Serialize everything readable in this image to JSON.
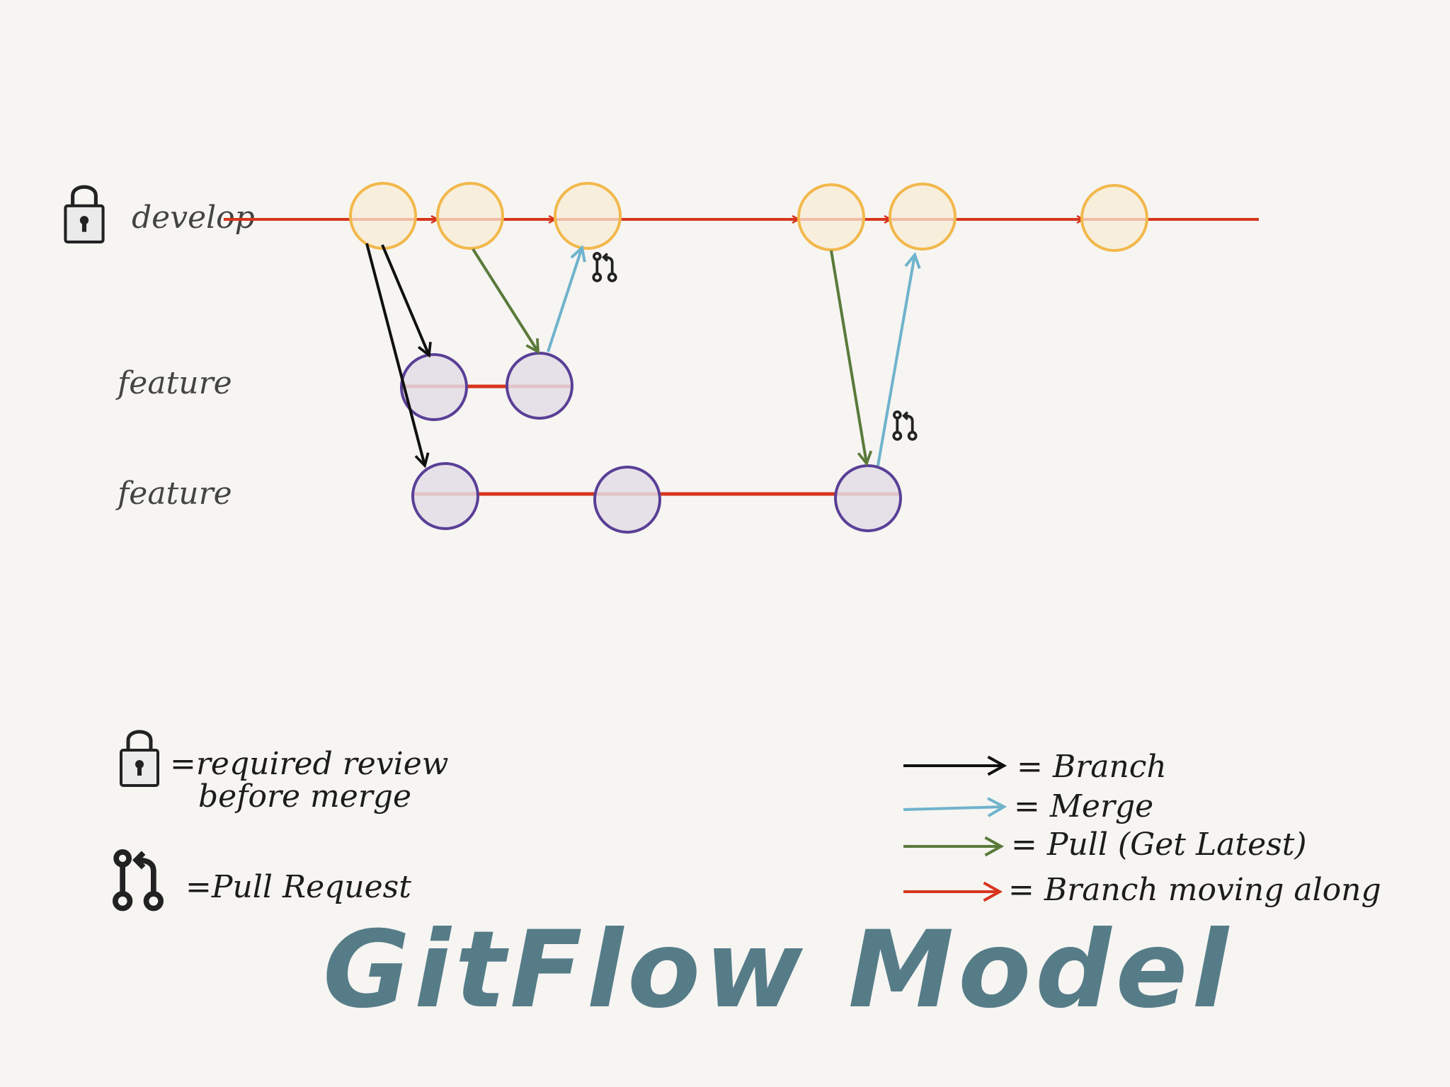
{
  "title": "GitFlow Model",
  "branches": {
    "develop": "develop",
    "feature_1": "feature",
    "feature_2": "feature"
  },
  "legend": {
    "lock_line1": "=required review",
    "lock_line2": "before merge",
    "pull_request": "=Pull Request",
    "branch": "= Branch",
    "merge": "= Merge",
    "pull": "= Pull (Get Latest)",
    "moving": "= Branch moving along"
  },
  "colors": {
    "branch_line": "#d7351d",
    "branch_arrow": "#111111",
    "merge_arrow": "#6fb3cc",
    "pull_arrow": "#5a7a3a",
    "develop_commit_fill": "#f8ebd4",
    "develop_commit_stroke": "#f2b84b",
    "feature_commit_fill": "#e3dde6",
    "feature_commit_stroke": "#5a3f96",
    "title": "#567c88"
  },
  "icons": [
    "lock-icon",
    "pull-request-icon"
  ]
}
